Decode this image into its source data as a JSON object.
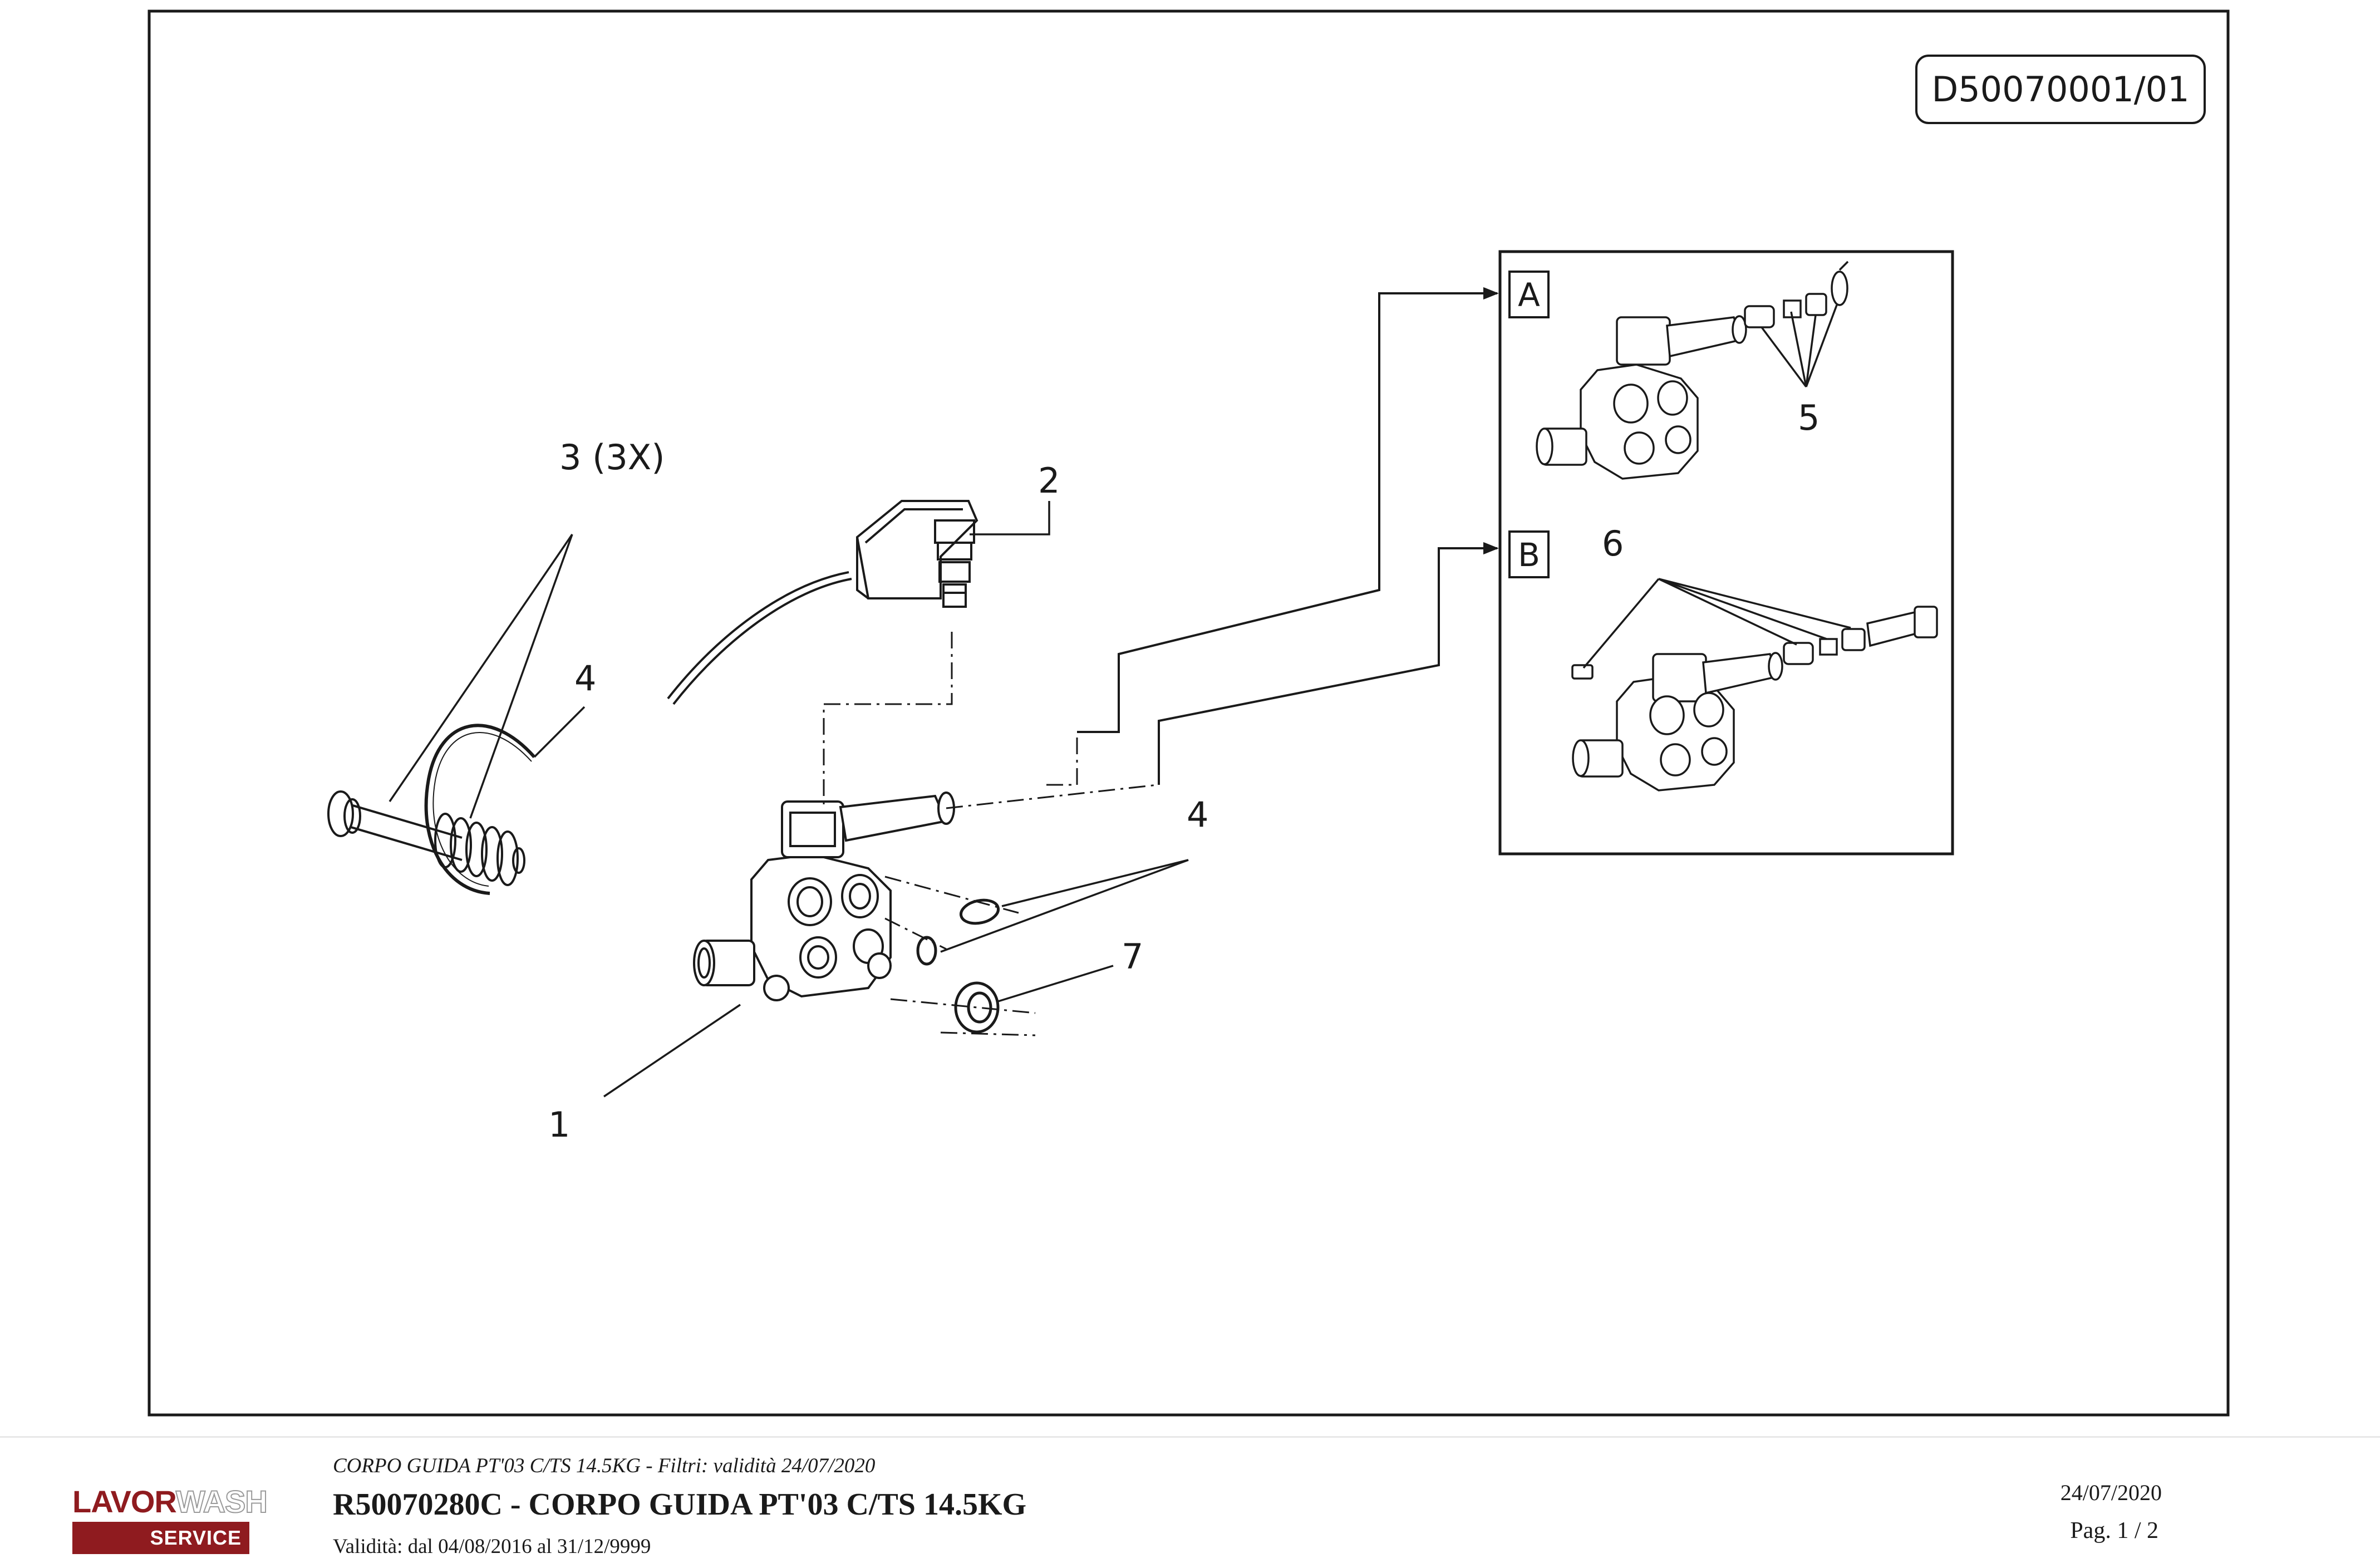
{
  "drawing": {
    "code": "D50070001/01",
    "box_a_label": "A",
    "box_b_label": "B",
    "callouts": {
      "c1": "1",
      "c2": "2",
      "c3": "3 (3X)",
      "c4_left": "4",
      "c4_right": "4",
      "c5": "5",
      "c6": "6",
      "c7": "7"
    }
  },
  "footer": {
    "logo_word_1": "LAVOR",
    "logo_word_2": "WASH",
    "logo_service": "SERVICE",
    "subtitle": "CORPO GUIDA PT'03 C/TS 14.5KG - Filtri: validità 24/07/2020",
    "title": "R50070280C - CORPO GUIDA PT'03 C/TS 14.5KG",
    "validity": "Validità: dal 04/08/2016 al 31/12/9999",
    "date": "24/07/2020",
    "page": "Pag. 1 / 2"
  },
  "colors": {
    "brand_red": "#8f1b1f",
    "line": "#1a1a1a"
  }
}
